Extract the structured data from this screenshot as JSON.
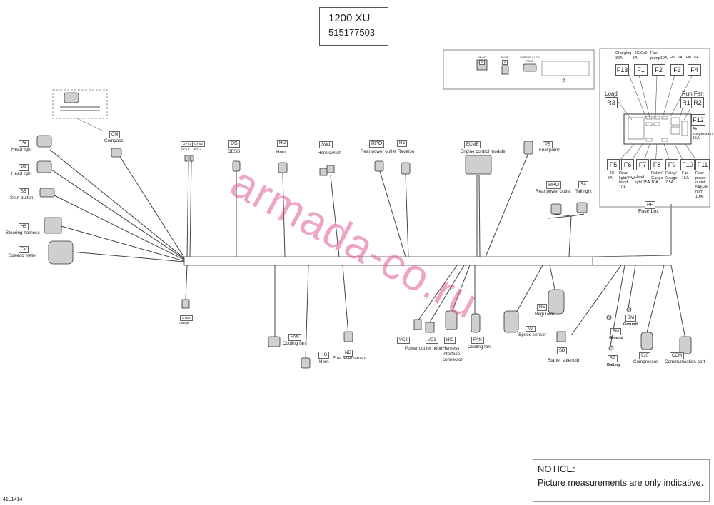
{
  "title": {
    "model": "1200 XU",
    "part_number": "515177503"
  },
  "legend": {
    "relay": "RELAY",
    "fuse": "FUSE",
    "fuse_puller": "FUSE PULLER TOOL",
    "index": "2",
    "relay_tag": "R",
    "fuse_tag": "F"
  },
  "connectors": {
    "pb": {
      "code": "PB",
      "name": "Head light"
    },
    "pa": {
      "code": "PA",
      "name": "Head light"
    },
    "sb": {
      "code": "SB",
      "name": "Start button"
    },
    "hs": {
      "code": "HS",
      "name": "Steering harness"
    },
    "cv": {
      "code": "CV",
      "name": "Speedo meter"
    },
    "cm": {
      "code": "CM",
      "name": "Compass"
    },
    "gps1": {
      "code": "GPS1",
      "name": "GPS 1"
    },
    "gps2": {
      "code": "GPS2",
      "name": "GPS 2"
    },
    "ds": {
      "code": "DS",
      "name": "DESS"
    },
    "ho1": {
      "code": "HO",
      "name": "Horn"
    },
    "sw1": {
      "code": "SW1",
      "name": "Horn switch"
    },
    "rpo1": {
      "code": "RPO",
      "name": "Rear power outlet"
    },
    "rs": {
      "code": "RS",
      "name": "Reverse"
    },
    "ecmb": {
      "code": "ECMB",
      "name": "Engine control module"
    },
    "pe": {
      "code": "PE",
      "name": "Fuel pump"
    },
    "rpo2": {
      "code": "RPO",
      "name": "Rear power outlet"
    },
    "sa": {
      "code": "SA",
      "name": "Tail light"
    },
    "ctek": {
      "code": "CTEK",
      "name": "Charger"
    },
    "fan1": {
      "code": "FAN",
      "name": "Cooling fan"
    },
    "ho2": {
      "code": "HO",
      "name": "Horn"
    },
    "ne": {
      "code": "NE",
      "name": "Fuel level sensor"
    },
    "vc2": {
      "code": "VC2"
    },
    "vc1": {
      "code": "VC1",
      "name": "Power out let hood"
    },
    "hic": {
      "code": "HIC",
      "name": "Harness interface connector"
    },
    "fan2": {
      "code": "FAN",
      "name": "Cooling fan"
    },
    "vv": {
      "code": "VV",
      "name": "Speed sensor"
    },
    "re": {
      "code": "RE",
      "name": "Regulator"
    },
    "sd": {
      "code": "SD",
      "name": "Starter solenoid"
    },
    "bm1": {
      "code": "BM",
      "name": "Ground"
    },
    "bm2": {
      "code": "BM",
      "name": "Ground"
    },
    "bp": {
      "code": "BP",
      "name": "Battery"
    },
    "c910": {
      "code": "910",
      "name": "Compressor"
    },
    "com": {
      "code": "COM",
      "name": "Communication port"
    }
  },
  "fuse_box": {
    "code": "PF",
    "name": "Fuse box",
    "top_labels": [
      "Charging 30A",
      "HIC/Coil 5A",
      "Fuel pump10A",
      "HIC 5A",
      "HIC 5A"
    ],
    "top_fuses": [
      "F13",
      "F1",
      "F2",
      "F3",
      "F4"
    ],
    "load_label": "Load",
    "run_fan_label": "Run Fan",
    "relays": [
      "R3",
      "R1",
      "R2"
    ],
    "f12": "F12",
    "f12_label": "Air suspension 15A",
    "bottom_fuses": [
      "F5",
      "F6",
      "F7",
      "F8",
      "F9",
      "F10",
      "F11"
    ],
    "bottom_labels": [
      "HIC 5A",
      "Rear light/ PW hood 10A",
      "Head light 15A",
      "Relay/ Gauge 10A",
      "Relay/ Gauge 7.5A",
      "Fan 15A",
      "Rear power outlet 5A(with horn 10A)"
    ]
  },
  "notice": {
    "heading": "NOTICE:",
    "text": "Picture measurements are only indicative."
  },
  "figure_code": "41L1414",
  "watermark": "armada-co.ru"
}
